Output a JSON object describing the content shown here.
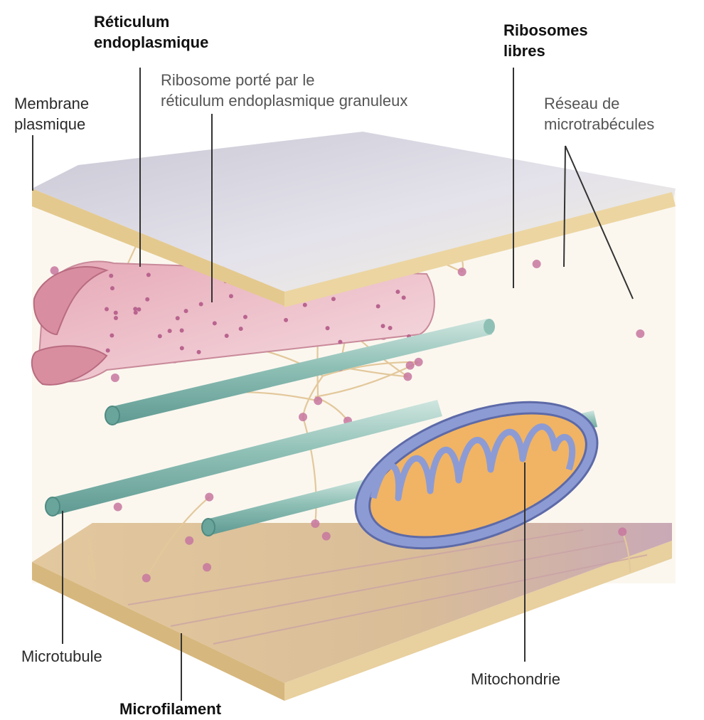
{
  "labels": {
    "reticulum": [
      "Réticulum",
      "endoplasmique"
    ],
    "ribosome_porte": [
      "Ribosome porté par le",
      "réticulum endoplasmique granuleux"
    ],
    "ribosomes_libres": [
      "Ribosomes",
      "libres"
    ],
    "membrane": [
      "Membrane",
      "plasmique"
    ],
    "reseau": [
      "Réseau de",
      "microtrabécules"
    ],
    "microtubule": "Microtubule",
    "microfilament": "Microfilament",
    "mitochondrie": "Mitochondrie"
  },
  "colors": {
    "membrane_top": "#d9d7e0",
    "membrane_edge": "#e6cf96",
    "reticulum": "#edc3cc",
    "ribosome": "#b9648f",
    "microtubule": "#8fc0b6",
    "mitochondria_outer": "#8d9bd4",
    "mitochondria_inner": "#f1b464",
    "mesh_fiber": "#e3c89b",
    "floor": "#dfc399"
  }
}
